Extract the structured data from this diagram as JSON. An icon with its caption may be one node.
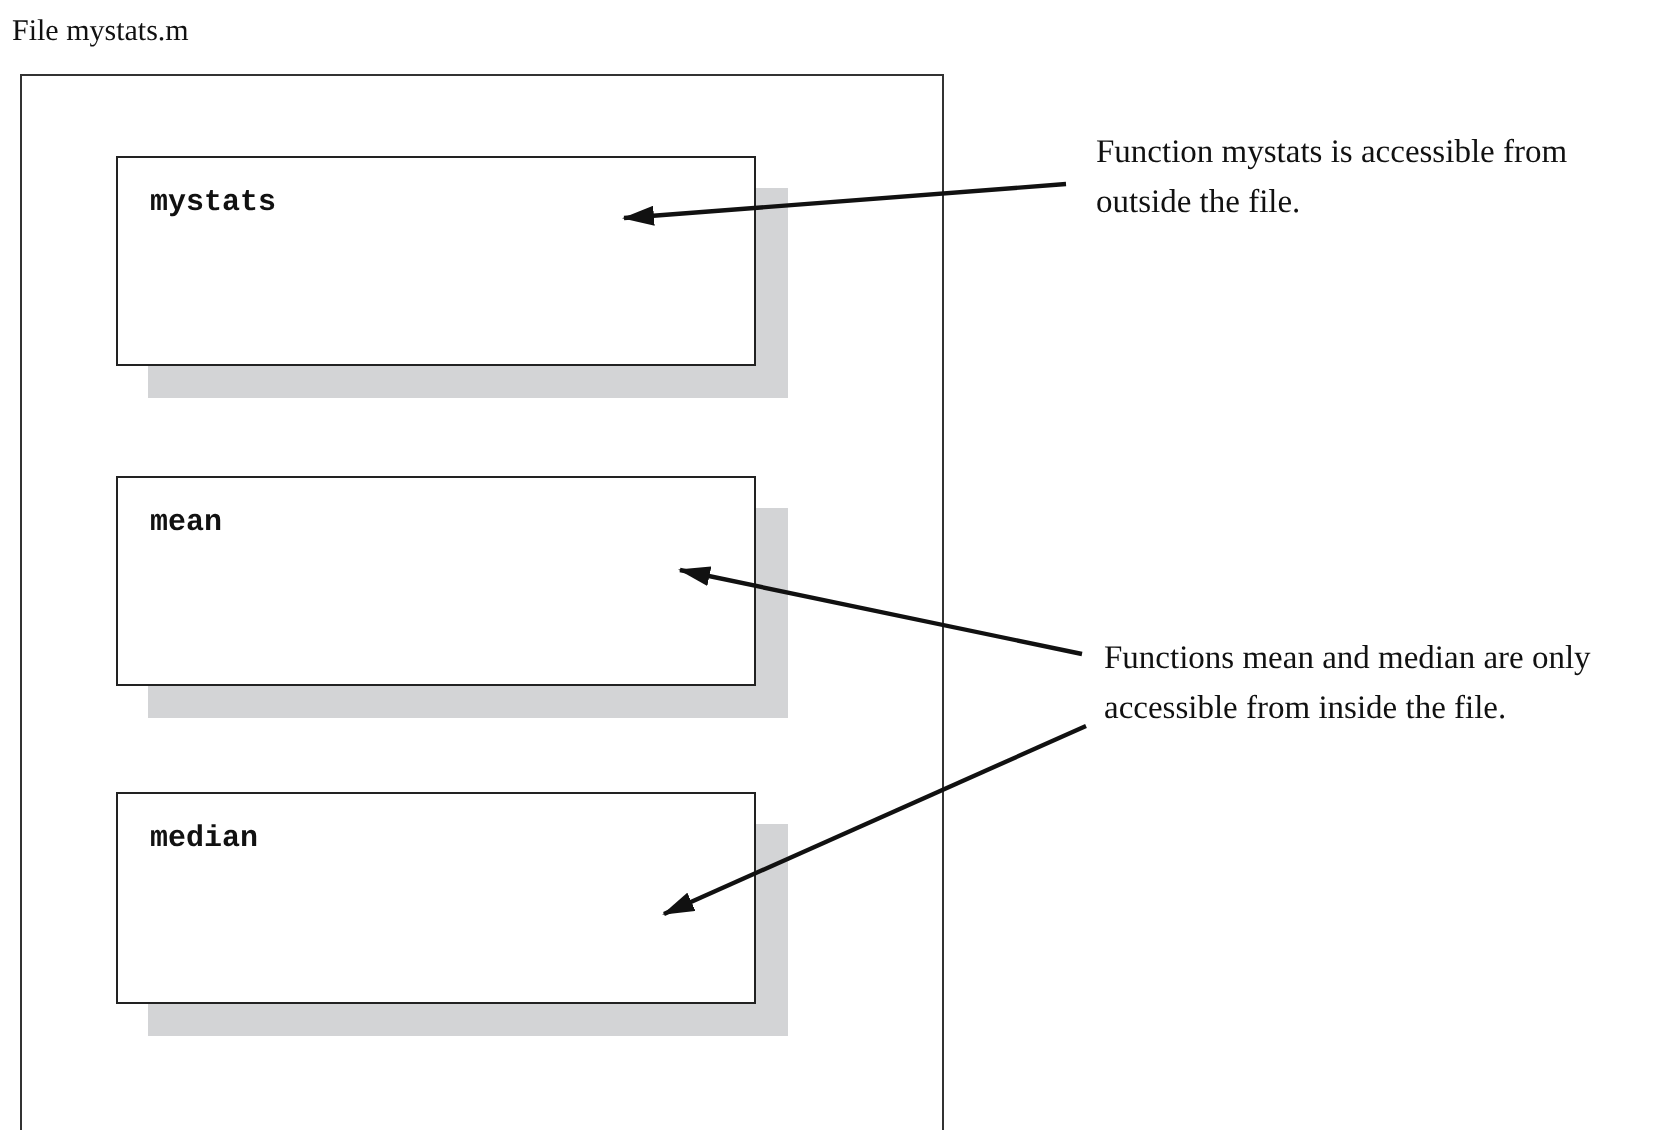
{
  "diagram": {
    "nodes": [
      {
        "text": [
          "File mystats.m"
        ]
      },
      {
        "text": [
          "mystats"
        ],
        "in": 0
      },
      {
        "text": [
          "mean"
        ],
        "in": 0
      },
      {
        "text": [
          "median"
        ],
        "in": 0
      },
      {
        "text": [
          "Function mystats is accessible from outside the file."
        ]
      },
      {
        "text": [
          "Functions mean and median are only accessible from inside the file."
        ]
      }
    ],
    "edges": [
      {
        "from": 4,
        "to": 1,
        "arrow": "to"
      },
      {
        "from": 5,
        "to": 2,
        "arrow": "to"
      },
      {
        "from": 5,
        "to": 3,
        "arrow": "to"
      }
    ]
  }
}
